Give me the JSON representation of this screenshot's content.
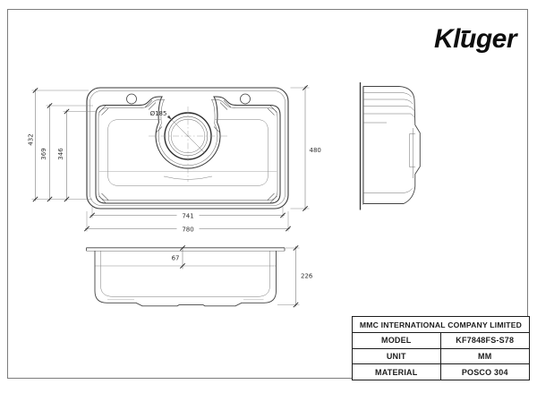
{
  "page": {
    "background_color": "#ffffff",
    "border_color": "#7d7d7d",
    "line_color": "#444444"
  },
  "logo": {
    "pre": "Kl",
    "accent_letter": "u",
    "post": "ger",
    "color": "#0d0d0d"
  },
  "drawing": {
    "views": [
      "top-plan-view",
      "side-profile-view",
      "front-elevation-view"
    ],
    "dims": {
      "d432": "432",
      "d369": "369",
      "d346": "346",
      "d741": "741",
      "d780": "780",
      "d480": "480",
      "d67": "67",
      "d226": "226",
      "drain_diameter": "Ø185"
    }
  },
  "title_block": {
    "company": "MMC INTERNATIONAL COMPANY LIMITED",
    "rows": [
      {
        "label": "MODEL",
        "value": "KF7848FS-S78"
      },
      {
        "label": "UNIT",
        "value": "MM"
      },
      {
        "label": "MATERIAL",
        "value": "POSCO 304"
      }
    ]
  }
}
